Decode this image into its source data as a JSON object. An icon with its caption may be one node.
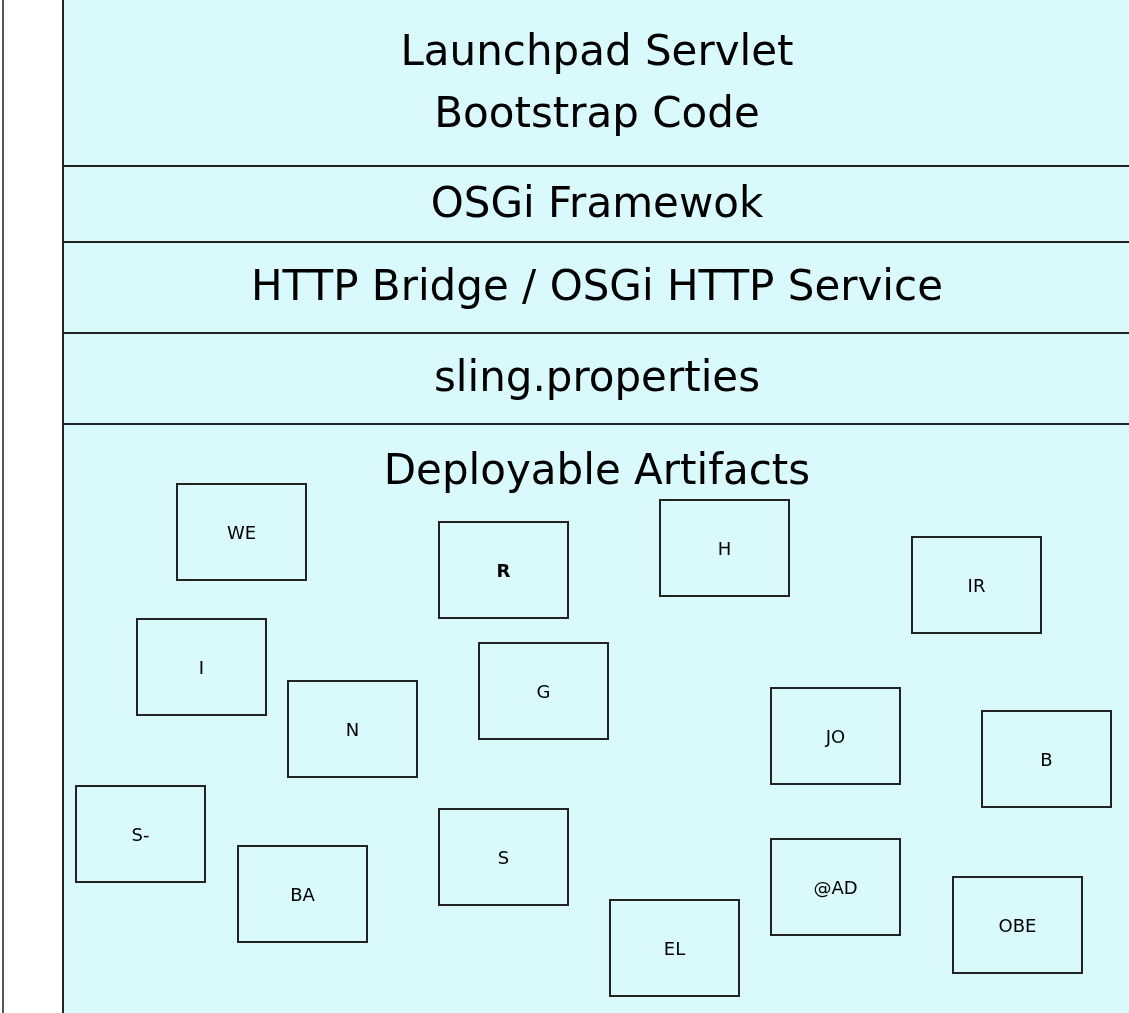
{
  "diagram": {
    "nodes": [
      {
        "text": [
          "Launchpad Servlet Bootstrap Code"
        ]
      },
      {
        "text": [
          "OSGi Framewok"
        ]
      },
      {
        "text": [
          "HTTP Bridge / OSGi HTTP Service"
        ]
      },
      {
        "text": [
          "sling.properties"
        ]
      },
      {
        "text": [
          "Deployable Artifacts"
        ]
      },
      {
        "text": [
          "WE"
        ],
        "in": 4
      },
      {
        "text": [
          "H"
        ],
        "in": 4
      },
      {
        "text": [
          "R"
        ],
        "in": 4
      },
      {
        "text": [
          "IR"
        ],
        "in": 4
      },
      {
        "text": [
          "I"
        ],
        "in": 4
      },
      {
        "text": [
          "G"
        ],
        "in": 4
      },
      {
        "text": [
          "N"
        ],
        "in": 4
      },
      {
        "text": [
          "JO"
        ],
        "in": 4
      },
      {
        "text": [
          "B"
        ],
        "in": 4
      },
      {
        "text": [
          "S-"
        ],
        "in": 4
      },
      {
        "text": [
          "S"
        ],
        "in": 4
      },
      {
        "text": [
          "@AD"
        ],
        "in": 4
      },
      {
        "text": [
          "BA"
        ],
        "in": 4
      },
      {
        "text": [
          "OBE"
        ],
        "in": 4
      },
      {
        "text": [
          "EL"
        ],
        "in": 4
      }
    ]
  }
}
